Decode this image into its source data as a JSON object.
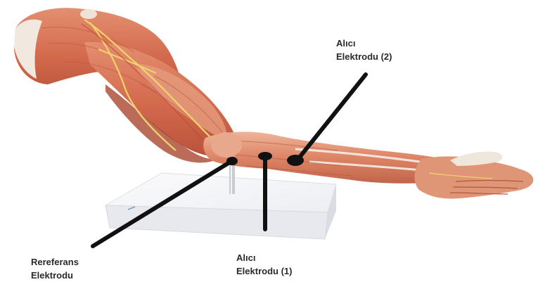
{
  "labels": {
    "receiver_2": {
      "line1": "Alıcı",
      "line2": "Elektrodu (2)"
    },
    "receiver_1": {
      "line1": "Alıcı",
      "line2": "Elektrodu (1)"
    },
    "reference": {
      "line1": "Rereferans",
      "line2": "Elektrodu"
    }
  },
  "colors": {
    "muscle": "#d9785a",
    "muscle_dark": "#b24c35",
    "tendon": "#efe6dc",
    "nerve": "#f2d36b",
    "stand": "#f4f4f6",
    "electrode": "#111111"
  }
}
